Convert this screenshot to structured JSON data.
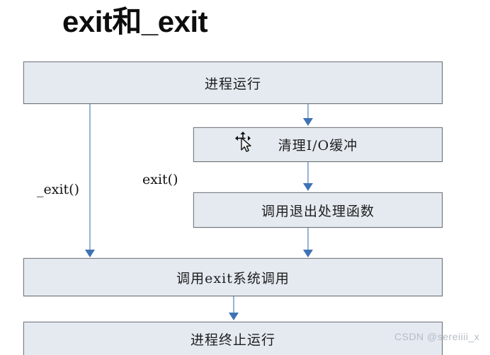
{
  "title": "exit和_exit",
  "diagram": {
    "type": "flowchart",
    "nodes": [
      {
        "id": "process-running",
        "label": "进程运行"
      },
      {
        "id": "flush-io",
        "label": "清理I/O缓冲"
      },
      {
        "id": "exit-handlers",
        "label": "调用退出处理函数"
      },
      {
        "id": "exit-syscall",
        "label": "调用exit系统调用"
      },
      {
        "id": "process-end",
        "label": "进程终止运行"
      }
    ],
    "edge_labels": {
      "underscore_exit": "_exit()",
      "exit": "exit()"
    }
  },
  "cursor": {
    "icon": "move-cursor-icon"
  },
  "watermark": {
    "text": "CSDN @sereiiii_x"
  },
  "colors": {
    "box_fill": "#e5eaf1",
    "box_border": "#7b7f85",
    "connector": "#95b3d7",
    "arrowhead": "#3f72b5",
    "title_text": "#0d0d0d",
    "watermark_text": "#b4bcc6"
  }
}
